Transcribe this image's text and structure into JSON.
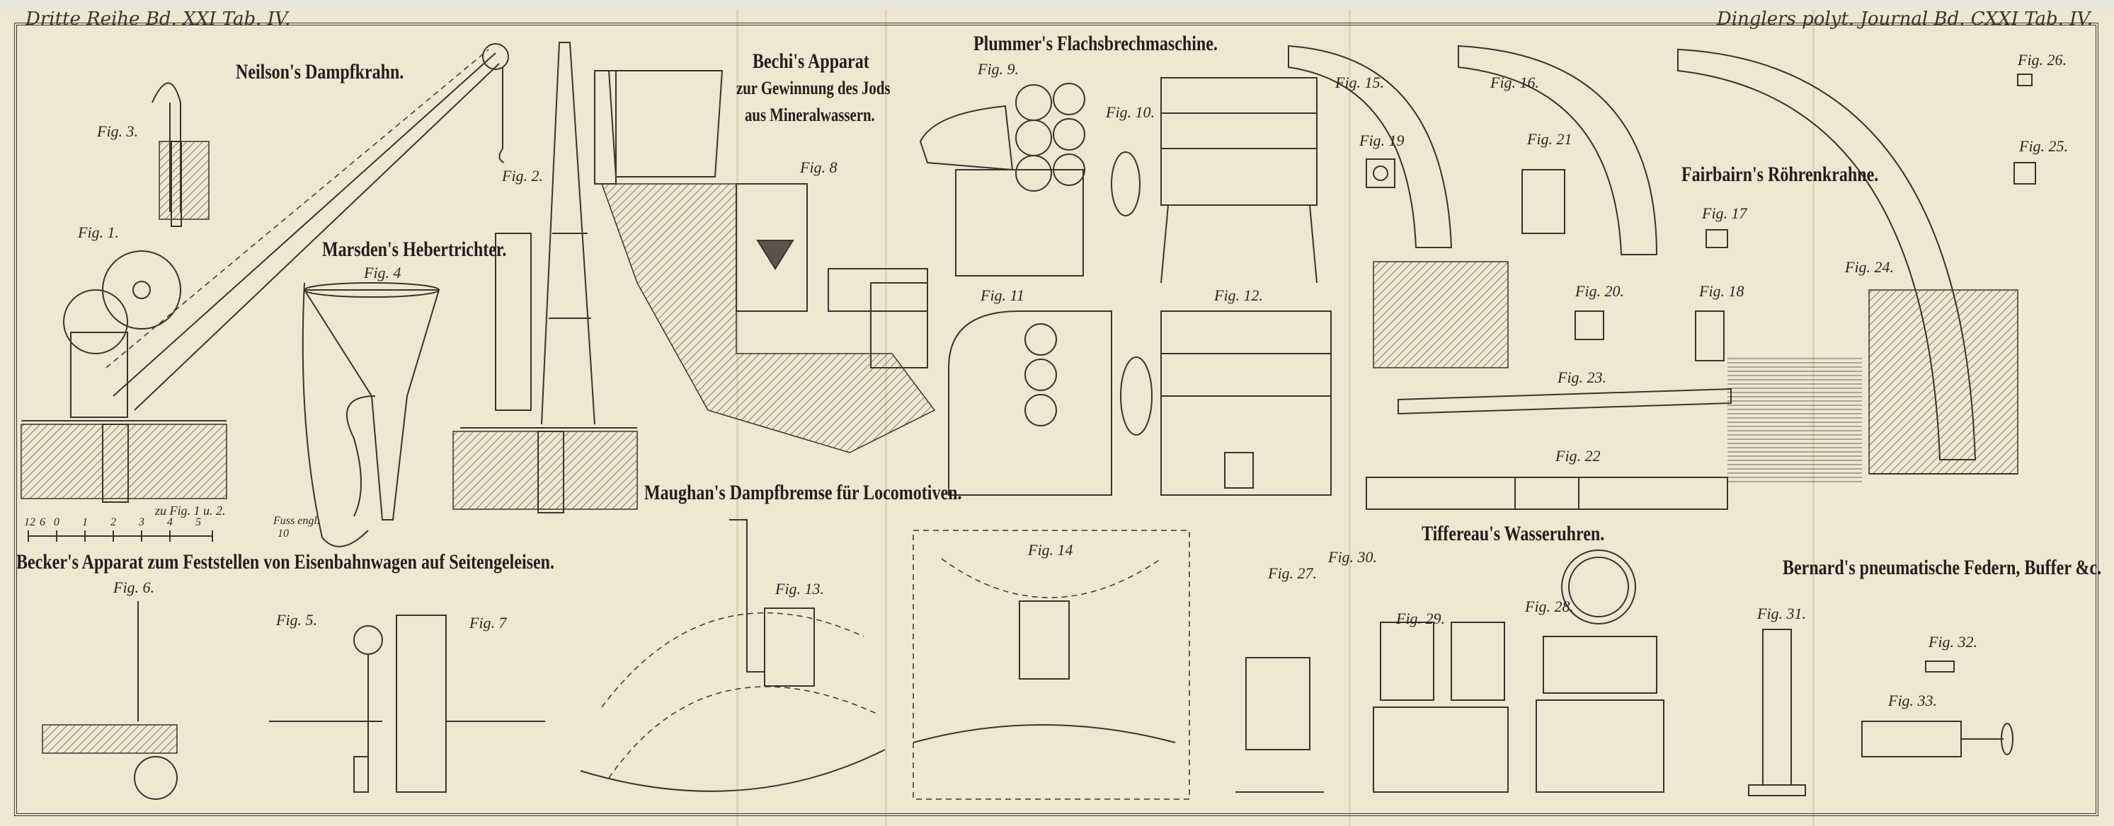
{
  "header": {
    "left": "Dritte Reihe Bd. XXI Tab. IV.",
    "right": "Dinglers polyt. Journal Bd. CXXI Tab. IV."
  },
  "titles": {
    "neilson": "Neilson's Dampfkrahn.",
    "marsden": "Marsden's Hebertrichter.",
    "bechi_1": "Bechi's Apparat",
    "bechi_2": "zur Gewinnung des Jods",
    "bechi_3": "aus Mineralwassern.",
    "plummer": "Plummer's Flachsbrechmaschine.",
    "fairbairn": "Fairbairn's Röhrenkrahne.",
    "maughan": "Maughan's Dampfbremse für Locomotiven.",
    "becker": "Becker's Apparat zum Feststellen von Eisenbahnwagen auf Seitengeleisen.",
    "tiffereau": "Tiffereau's Wasseruhren.",
    "bernard": "Bernard's pneumatische Federn, Buffer &c."
  },
  "scale": {
    "caption": "zu Fig. 1 u. 2.",
    "unit": "Fuss engl.",
    "end": "10",
    "ticks": [
      "12",
      "6",
      "0",
      "1",
      "2",
      "3",
      "4",
      "5"
    ]
  },
  "figures": {
    "f1": "Fig. 1.",
    "f2": "Fig. 2.",
    "f3": "Fig. 3.",
    "f4": "Fig. 4",
    "f5": "Fig. 5.",
    "f6": "Fig. 6.",
    "f7": "Fig. 7",
    "f8": "Fig. 8",
    "f9": "Fig. 9.",
    "f10": "Fig. 10.",
    "f11": "Fig. 11",
    "f12": "Fig. 12.",
    "f13": "Fig. 13.",
    "f14": "Fig. 14",
    "f15": "Fig. 15.",
    "f16": "Fig. 16.",
    "f17": "Fig. 17",
    "f18": "Fig. 18",
    "f19": "Fig. 19",
    "f20": "Fig. 20.",
    "f21": "Fig. 21",
    "f22": "Fig. 22",
    "f23": "Fig. 23.",
    "f24": "Fig. 24.",
    "f25": "Fig. 25.",
    "f26": "Fig. 26.",
    "f27": "Fig. 27.",
    "f28": "Fig. 28.",
    "f29": "Fig. 29.",
    "f30": "Fig. 30.",
    "f31": "Fig. 31.",
    "f32": "Fig. 32.",
    "f33": "Fig. 33."
  }
}
